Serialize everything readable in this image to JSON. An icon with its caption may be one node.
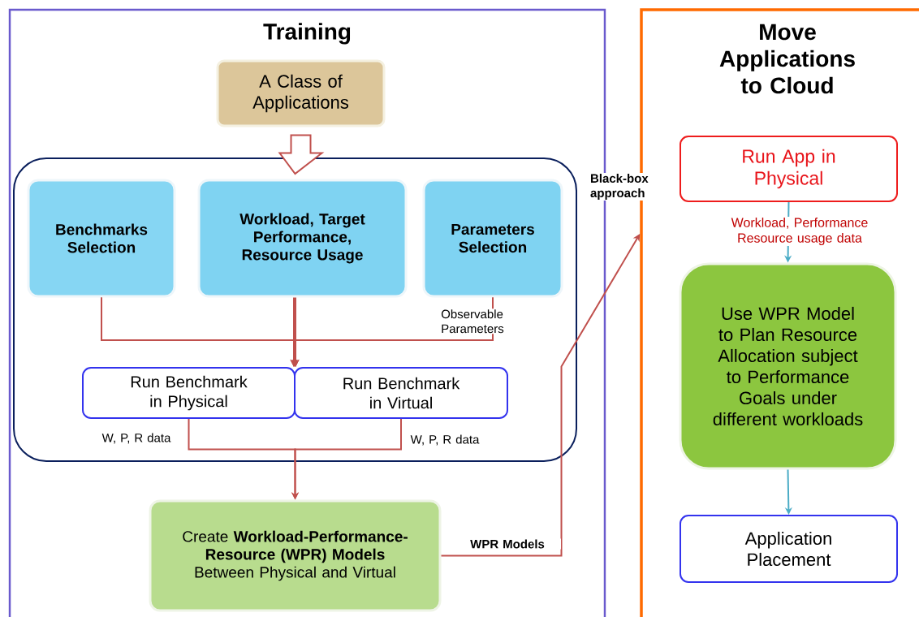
{
  "diagram": {
    "nodes": [
      {
        "text": [
          "Training"
        ]
      },
      {
        "text": [
          "A Class of Applications"
        ],
        "in": 0
      },
      {
        "text": [],
        "shape": "box",
        "in": 0
      },
      {
        "text": [
          "Benchmarks Selection"
        ],
        "in": 2
      },
      {
        "text": [
          "Workload, Target Performance, Resource Usage"
        ],
        "in": 2
      },
      {
        "text": [
          "Parameters Selection"
        ],
        "in": 2
      },
      {
        "text": [
          "Run Benchmark in Physical"
        ],
        "in": 2
      },
      {
        "text": [
          "Run Benchmark in Virtual"
        ],
        "in": 2
      },
      {
        "text": [
          "Create **Workload-Performance-Resource (WPR) Models** Between Physical and Virtual"
        ],
        "in": 0
      },
      {
        "text": [
          "Move Applications to Cloud"
        ]
      },
      {
        "text": [
          "Run App in Physical"
        ],
        "in": 9
      },
      {
        "text": [
          "Use WPR Model to Plan Resource Allocation subject to Performance Goals under different workloads"
        ],
        "in": 9
      },
      {
        "text": [
          "Application Placement"
        ],
        "in": 9
      }
    ],
    "edges": [
      {
        "from": 1,
        "to": 2,
        "arrow": "to"
      },
      {
        "from": 3,
        "to": 6,
        "arrow": "to"
      },
      {
        "from": 4,
        "to": 6,
        "arrow": "to"
      },
      {
        "from": 5,
        "to": 6,
        "arrow": "to",
        "label": "Observable Parameters"
      },
      {
        "from": 3,
        "to": 7,
        "arrow": "to"
      },
      {
        "from": 4,
        "to": 7,
        "arrow": "to"
      },
      {
        "from": 5,
        "to": 7,
        "arrow": "to"
      },
      {
        "from": 6,
        "to": 8,
        "arrow": "to",
        "label": "W, P, R data"
      },
      {
        "from": 7,
        "to": 8,
        "arrow": "to",
        "label": "W, P, R data"
      },
      {
        "from": 8,
        "to": 9,
        "arrow": "to",
        "label": "WPR Models"
      },
      {
        "from": 10,
        "to": 11,
        "arrow": "to",
        "label": "Workload, Performance Resource usage data",
        "color": "#4bacc6"
      },
      {
        "from": 11,
        "to": 12,
        "arrow": "to",
        "color": "#4bacc6"
      }
    ],
    "labels": [
      "Black-box approach"
    ]
  }
}
